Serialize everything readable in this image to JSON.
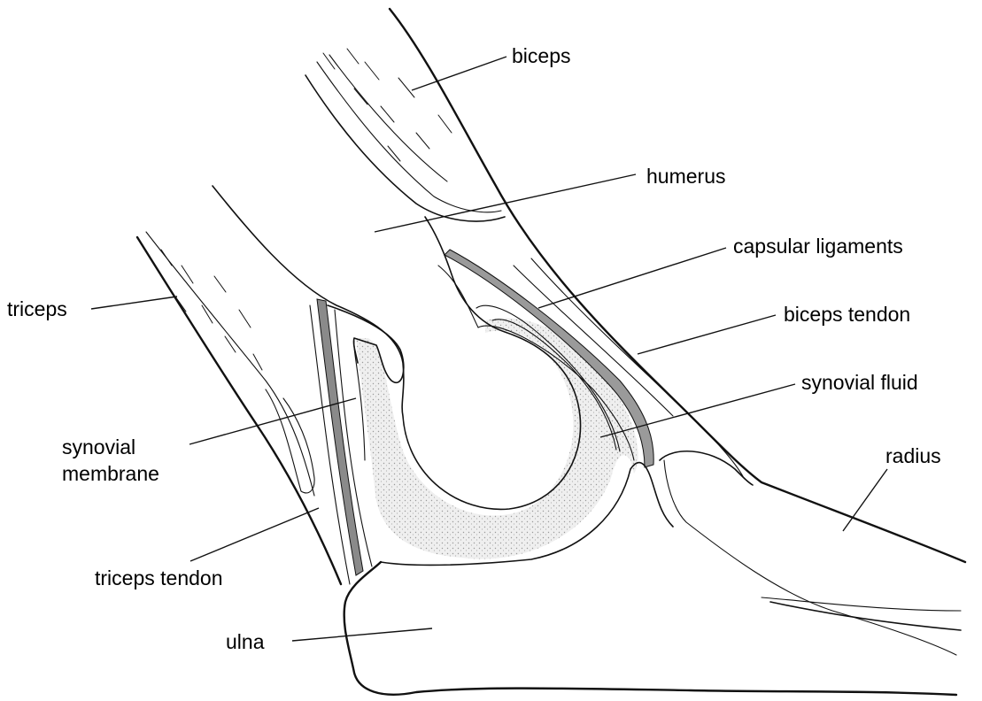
{
  "labels": {
    "biceps": "biceps",
    "humerus": "humerus",
    "capsular_ligaments": "capsular ligaments",
    "triceps": "triceps",
    "biceps_tendon": "biceps tendon",
    "synovial_fluid": "synovial fluid",
    "synovial_membrane": "synovial\nmembrane",
    "radius": "radius",
    "triceps_tendon": "triceps tendon",
    "ulna": "ulna"
  },
  "colors": {
    "ink": "#111111",
    "synovial_fluid_fill": "#e4e4e4",
    "membrane_fill": "#8a8a8a",
    "ligament_fill": "#9a9a9a",
    "background": "#ffffff"
  }
}
